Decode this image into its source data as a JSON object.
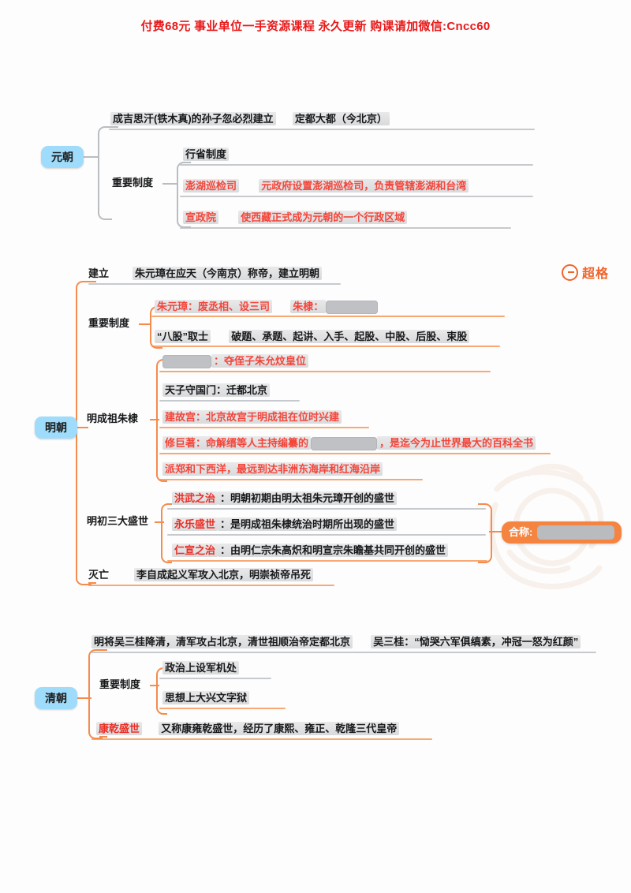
{
  "banner": {
    "text": "付费68元 事业单位一手资源课程 永久更新 购课请加微信:Cncc60"
  },
  "logo": {
    "icon": "circle-g-icon",
    "text": "超格"
  },
  "yuan": {
    "root": "元朝",
    "founding": {
      "text": "成吉思汗(铁木真)的孙子忽必烈建立",
      "text2": "定都大都（今北京）"
    },
    "systems_label": "重要制度",
    "systems": [
      {
        "title": "行省制度",
        "desc": ""
      },
      {
        "title": "澎湖巡检司",
        "desc": "元政府设置澎湖巡检司，负责管辖澎湖和台湾"
      },
      {
        "title": "宣政院",
        "desc": "使西藏正式成为元朝的一个行政区域"
      }
    ]
  },
  "ming": {
    "root": "明朝",
    "found_label": "建立",
    "found_text": "朱元璋在应天（今南京）称帝，建立明朝",
    "systems_label": "重要制度",
    "systems": [
      {
        "pre": "朱元璋：废丞相、设三司",
        "mid": "朱棣：",
        "redacted": true
      },
      {
        "pre": "“八股”取士",
        "mid": "破题、承题、起讲、入手、起股、中股、后股、束股",
        "redacted": false
      }
    ],
    "chengzu_label": "明成祖朱棣",
    "chengzu": [
      {
        "hidden": true,
        "text": "：夺侄子朱允炆皇位"
      },
      {
        "hidden": false,
        "text": "天子守国门：迁都北京"
      },
      {
        "hidden": false,
        "text": "建故宫：北京故宫于明成祖在位时兴建"
      },
      {
        "hidden": false,
        "text": "修巨著：命解缙等人主持编纂的",
        "after": "，是迄今为止世界最大的百科全书"
      },
      {
        "hidden": false,
        "text": "派郑和下西洋，最远到达非洲东海岸和红海沿岸"
      }
    ],
    "prosper_label": "明初三大盛世",
    "prosperity": [
      {
        "name": "洪武之治",
        "desc": "：明朝初期由明太祖朱元璋开创的盛世"
      },
      {
        "name": "永乐盛世",
        "desc": "：是明成祖朱棣统治时期所出现的盛世"
      },
      {
        "name": "仁宣之治",
        "desc": "：由明仁宗朱高炽和明宣宗朱瞻基共同开创的盛世"
      }
    ],
    "hecheng_label": "合称:",
    "fall_label": "灭亡",
    "fall_text": "李自成起义军攻入北京，明崇祯帝吊死"
  },
  "qing": {
    "root": "清朝",
    "founding": "明将吴三桂降清，清军攻占北京，清世祖顺治帝定都北京",
    "founding2": "吴三桂：“恸哭六军俱缟素，冲冠一怒为红颜”",
    "systems_label": "重要制度",
    "systems": [
      "政治上设军机处",
      "思想上大兴文字狱"
    ],
    "kangqian_name": "康乾盛世",
    "kangqian_desc": "又称康雍乾盛世，经历了康熙、雍正、乾隆三代皇帝"
  },
  "colors": {
    "accent_orange": "#f4843f",
    "connector_gray": "#b9bdc2",
    "root_blue": "#9fdcfb",
    "text_red": "#f4453a",
    "banner_red": "#e8191a",
    "redaction_gray": "#bfc1c4"
  }
}
